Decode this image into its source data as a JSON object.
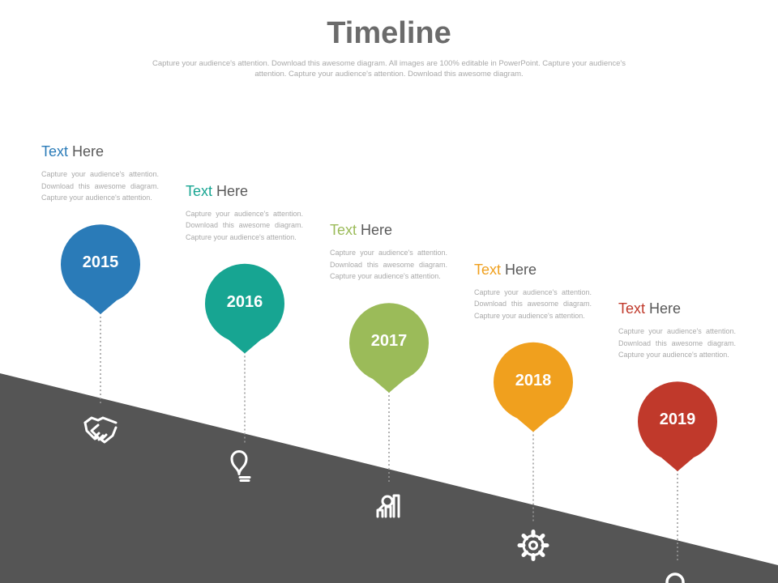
{
  "title": "Timeline",
  "subtitle": "Capture your audience's attention. Download this awesome diagram. All images are 100% editable in PowerPoint. Capture your audience's attention. Capture your audience's attention. Download this awesome diagram.",
  "ground_color": "#555555",
  "steps": [
    {
      "year": "2015",
      "heading_accent": "Text",
      "heading_rest": " Here",
      "color": "#2a7bb8",
      "desc": "Capture your audience's attention. Download this awesome diagram. Capture your audience's attention.",
      "icon": "handshake-icon"
    },
    {
      "year": "2016",
      "heading_accent": "Text",
      "heading_rest": " Here",
      "color": "#17a592",
      "desc": "Capture your audience's attention. Download this awesome diagram. Capture your audience's attention.",
      "icon": "lightbulb-icon"
    },
    {
      "year": "2017",
      "heading_accent": "Text",
      "heading_rest": " Here",
      "color": "#9bbb59",
      "desc": "Capture your audience's attention. Download this awesome diagram. Capture your audience's attention.",
      "icon": "growth-chart-icon"
    },
    {
      "year": "2018",
      "heading_accent": "Text",
      "heading_rest": " Here",
      "color": "#f0a01e",
      "desc": "Capture your audience's attention. Download this awesome diagram. Capture your audience's attention.",
      "icon": "gear-icon"
    },
    {
      "year": "2019",
      "heading_accent": "Text",
      "heading_rest": " Here",
      "color": "#c0392b",
      "desc": "Capture your audience's attention. Download this awesome diagram. Capture your audience's attention.",
      "icon": "search-icon"
    }
  ]
}
